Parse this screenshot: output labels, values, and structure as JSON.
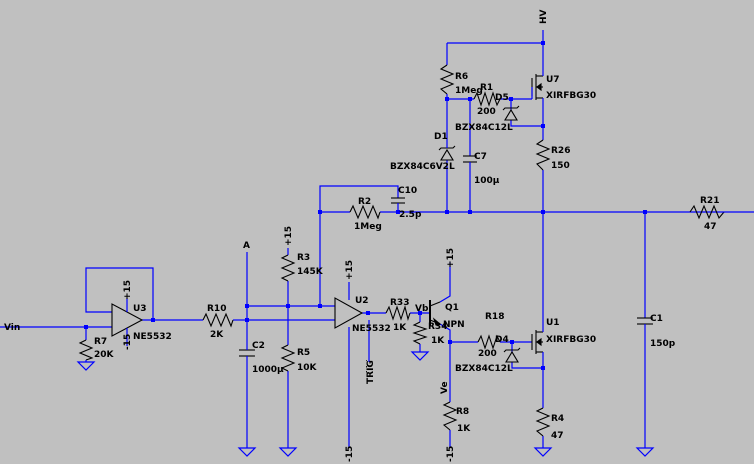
{
  "components": {
    "r7": {
      "ref": "R7",
      "value": "20K"
    },
    "u3": {
      "ref": "U3",
      "value": "NE5532"
    },
    "r10": {
      "ref": "R10",
      "value": "2K"
    },
    "c2": {
      "ref": "C2",
      "value": "1000µ"
    },
    "r3": {
      "ref": "R3",
      "value": "145K"
    },
    "r5": {
      "ref": "R5",
      "value": "10K"
    },
    "r2": {
      "ref": "R2",
      "value": "1Meg"
    },
    "c10": {
      "ref": "C10",
      "value": "2.5p"
    },
    "u2": {
      "ref": "U2",
      "value": "NE5532"
    },
    "r33": {
      "ref": "R33",
      "value": "1K"
    },
    "q1": {
      "ref": "Q1",
      "value": "NPN"
    },
    "r34": {
      "ref": "R34",
      "value": "1K"
    },
    "r8": {
      "ref": "R8",
      "value": "1K"
    },
    "r6": {
      "ref": "R6",
      "value": "1Meg"
    },
    "d1": {
      "ref": "D1",
      "value": "BZX84C6V2L"
    },
    "c7": {
      "ref": "C7",
      "value": "100µ"
    },
    "r1": {
      "ref": "R1",
      "value": "200"
    },
    "d5": {
      "ref": "D5",
      "value": "BZX84C12L"
    },
    "u7": {
      "ref": "U7",
      "value": "XIRFBG30"
    },
    "r26": {
      "ref": "R26",
      "value": "150"
    },
    "r18": {
      "ref": "R18",
      "value": "200"
    },
    "d4": {
      "ref": "D4",
      "value": "BZX84C12L"
    },
    "u1": {
      "ref": "U1",
      "value": "XIRFBG30"
    },
    "r4": {
      "ref": "R4",
      "value": "47"
    },
    "r21": {
      "ref": "R21",
      "value": "47"
    },
    "c1": {
      "ref": "C1",
      "value": "150p"
    }
  },
  "nets": {
    "vin": "Vin",
    "a": "A",
    "hv": "HV",
    "trig": "TRIG",
    "vb": "Vb",
    "ve": "Ve",
    "plus15": "+15",
    "minus15": "-15"
  }
}
